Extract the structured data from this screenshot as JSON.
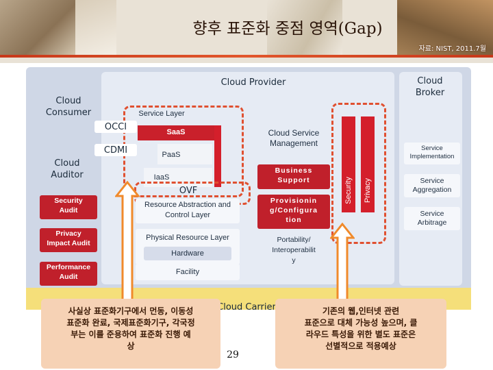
{
  "slide": {
    "title": "향후 표준화 중점 영역(Gap)",
    "source": "자료: NIST, 2011.7월",
    "page_number": "29"
  },
  "diagram": {
    "cloud_provider": "Cloud Provider",
    "cloud_broker": "Cloud\nBroker",
    "cloud_consumer": "Cloud\nConsumer",
    "cloud_auditor": "Cloud\nAuditor",
    "cloud_carrier": "Cloud Carrier",
    "service_layer": "Service Layer",
    "occi": "OCCI",
    "cdmi": "CDMI",
    "saas": "SaaS",
    "paas": "PaaS",
    "iaas": "IaaS",
    "ovf": "OVF",
    "cloud_service_management": "Cloud Service\nManagement",
    "business_support": "Business\nSupport",
    "provisioning": "Provisionin\ng/Configura\ntion",
    "portability": "Portability/\nInteroperabilit\ny",
    "resource_abstraction": "Resource Abstraction and\nControl Layer",
    "physical_resource": "Physical Resource Layer",
    "hardware": "Hardware",
    "facility": "Facility",
    "security": "Security",
    "privacy": "Privacy",
    "security_audit": "Security\nAudit",
    "privacy_impact_audit": "Privacy\nImpact Audit",
    "performance_audit": "Performance\nAudit",
    "service_implementation": "Service\nImplementation",
    "service_aggregation": "Service\nAggregation",
    "service_arbitrage": "Service\nArbitrage"
  },
  "notes": {
    "left": "사실상 표준화기구에서 먼동, 이동성\n표준화 완료, 국제표준화기구, 각국정\n부는 이를 준용하여 표준화 진행 예\n상",
    "right": "기존의 웹,인터넷 관련\n표준으로 대체 가능성 높으며, 클\n라우드 특성을 위한 별도 표준은\n선별적으로 적용예상"
  },
  "colors": {
    "accent_red": "#c0202b",
    "arrow_orange": "#f08a2b",
    "carrier_yellow": "#f5df7a",
    "note_peach": "#f6d2b5"
  }
}
